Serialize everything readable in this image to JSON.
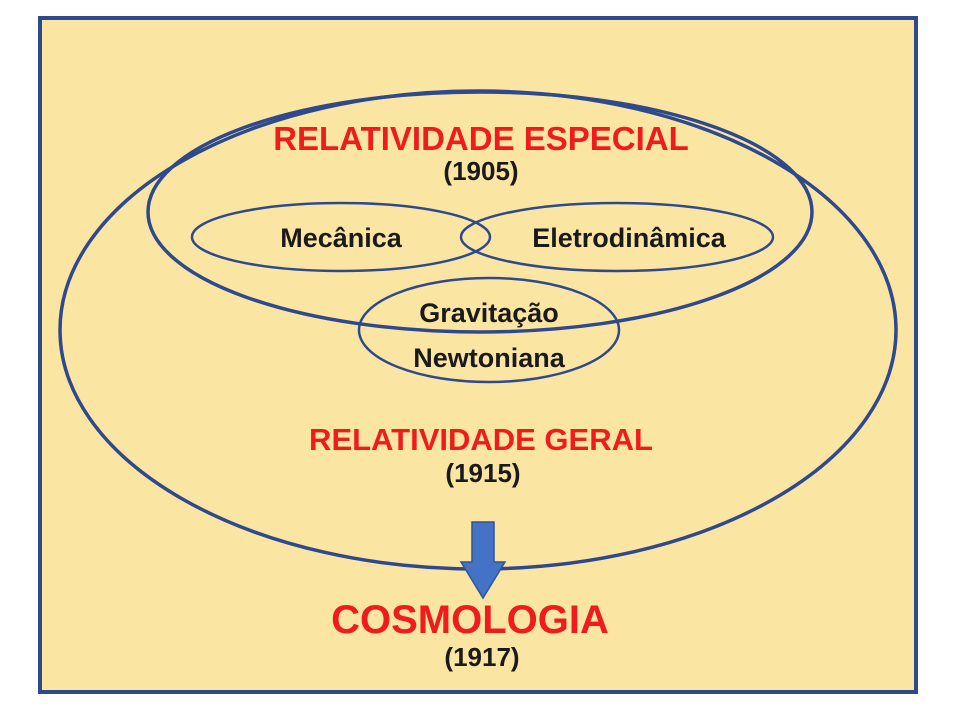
{
  "colors": {
    "background": "#fbe5a3",
    "outline": "#2e4a8c",
    "heading": "#ee1c1c",
    "body_text": "#1a1a1a",
    "arrow": "#4472c4"
  },
  "special_relativity": {
    "title": "RELATIVIDADE ESPECIAL",
    "year": "(1905)"
  },
  "mechanics": {
    "label": "Mecânica"
  },
  "electrodynamics": {
    "label": "Eletrodinâmica"
  },
  "newtonian_gravity": {
    "line1": "Gravitação",
    "line2": "Newtoniana"
  },
  "general_relativity": {
    "title": "RELATIVIDADE GERAL",
    "year": "(1915)"
  },
  "arrow": {
    "icon": "down-arrow-icon"
  },
  "cosmology": {
    "title": "COSMOLOGIA",
    "year": "(1917)"
  }
}
